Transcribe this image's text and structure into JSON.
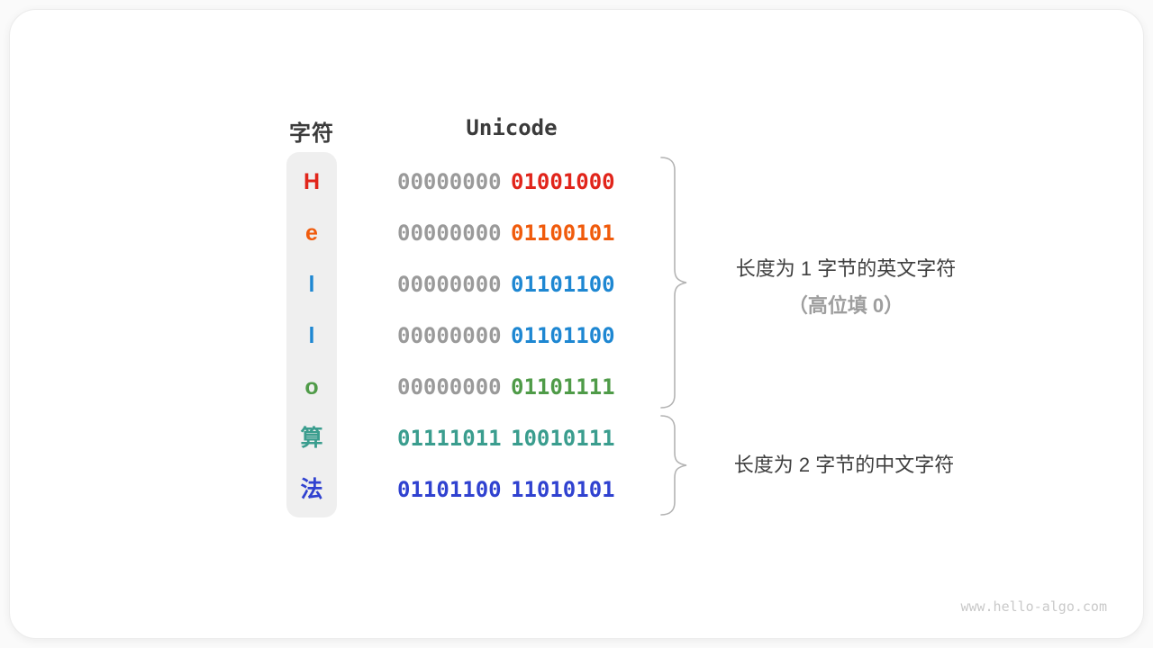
{
  "table": {
    "headers": {
      "char": "字符",
      "unicode": "Unicode"
    },
    "byte1_muted_color": "#9a9a9a",
    "rows": [
      {
        "char": "H",
        "byte1": "00000000",
        "byte2": "01001000",
        "color": "#e1251b",
        "byte1_muted": true
      },
      {
        "char": "e",
        "byte1": "00000000",
        "byte2": "01100101",
        "color": "#f05b0c",
        "byte1_muted": true
      },
      {
        "char": "l",
        "byte1": "00000000",
        "byte2": "01101100",
        "color": "#1e87d2",
        "byte1_muted": true
      },
      {
        "char": "l",
        "byte1": "00000000",
        "byte2": "01101100",
        "color": "#1e87d2",
        "byte1_muted": true
      },
      {
        "char": "o",
        "byte1": "00000000",
        "byte2": "01101111",
        "color": "#4f9b48",
        "byte1_muted": true
      },
      {
        "char": "算",
        "byte1": "01111011",
        "byte2": "10010111",
        "color": "#3a9d8e",
        "byte1_muted": false
      },
      {
        "char": "法",
        "byte1": "01101100",
        "byte2": "11010101",
        "color": "#3042d0",
        "byte1_muted": false
      }
    ]
  },
  "annotations": {
    "group1": {
      "line1": "长度为 1 字节的英文字符",
      "line2": "（高位填 0）"
    },
    "group2": {
      "line1": "长度为 2 字节的中文字符"
    }
  },
  "brace_color": "#b3b3b3",
  "watermark": "www.hello-algo.com"
}
